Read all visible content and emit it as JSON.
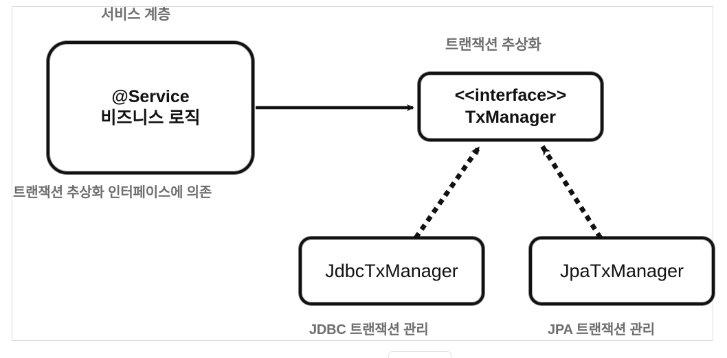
{
  "diagram": {
    "type": "architecture-uml",
    "captions": {
      "service_layer": "서비스 계층",
      "tx_abstraction": "트랜잭션 추상화",
      "depends_on_interface": "트랜잭션 추상화 인터페이스에 의존",
      "jdbc_tx_management": "JDBC 트랜잭션 관리",
      "jpa_tx_management": "JPA 트랜잭션 관리"
    },
    "nodes": {
      "service": {
        "line1": "@Service",
        "line2": "비즈니스 로직"
      },
      "tx_manager": {
        "line1": "<<interface>>",
        "line2": "TxManager"
      },
      "jdbc_tx_manager": {
        "label": "JdbcTxManager"
      },
      "jpa_tx_manager": {
        "label": "JpaTxManager"
      }
    },
    "edges": [
      {
        "from": "service",
        "to": "tx_manager",
        "style": "solid",
        "arrow": "open"
      },
      {
        "from": "jdbc_tx_manager",
        "to": "tx_manager",
        "style": "dotted",
        "arrow": "filled"
      },
      {
        "from": "jpa_tx_manager",
        "to": "tx_manager",
        "style": "dotted",
        "arrow": "filled"
      }
    ],
    "colors": {
      "stroke": "#111111",
      "caption": "#6e6e6e",
      "frame": "#dcdcdc",
      "background": "#ffffff"
    }
  }
}
